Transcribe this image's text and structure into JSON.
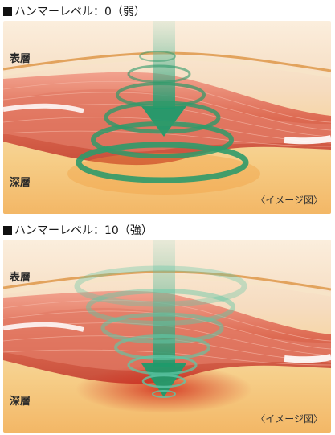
{
  "panels": [
    {
      "title": "ハンマーレベル：0（弱）",
      "surface_label": "表層",
      "deep_label": "深層",
      "caption": "〈イメージ図〉"
    },
    {
      "title": "ハンマーレベル：10（強）",
      "surface_label": "表層",
      "deep_label": "深層",
      "caption": "〈イメージ図〉"
    }
  ],
  "colors": {
    "spiral_green": "#2f9a6a",
    "arrow_green": "#2a9a70",
    "muscle_red": "#d9604a",
    "skin_peach": "#f6dcc0",
    "deep_orange": "#f2b25c"
  }
}
